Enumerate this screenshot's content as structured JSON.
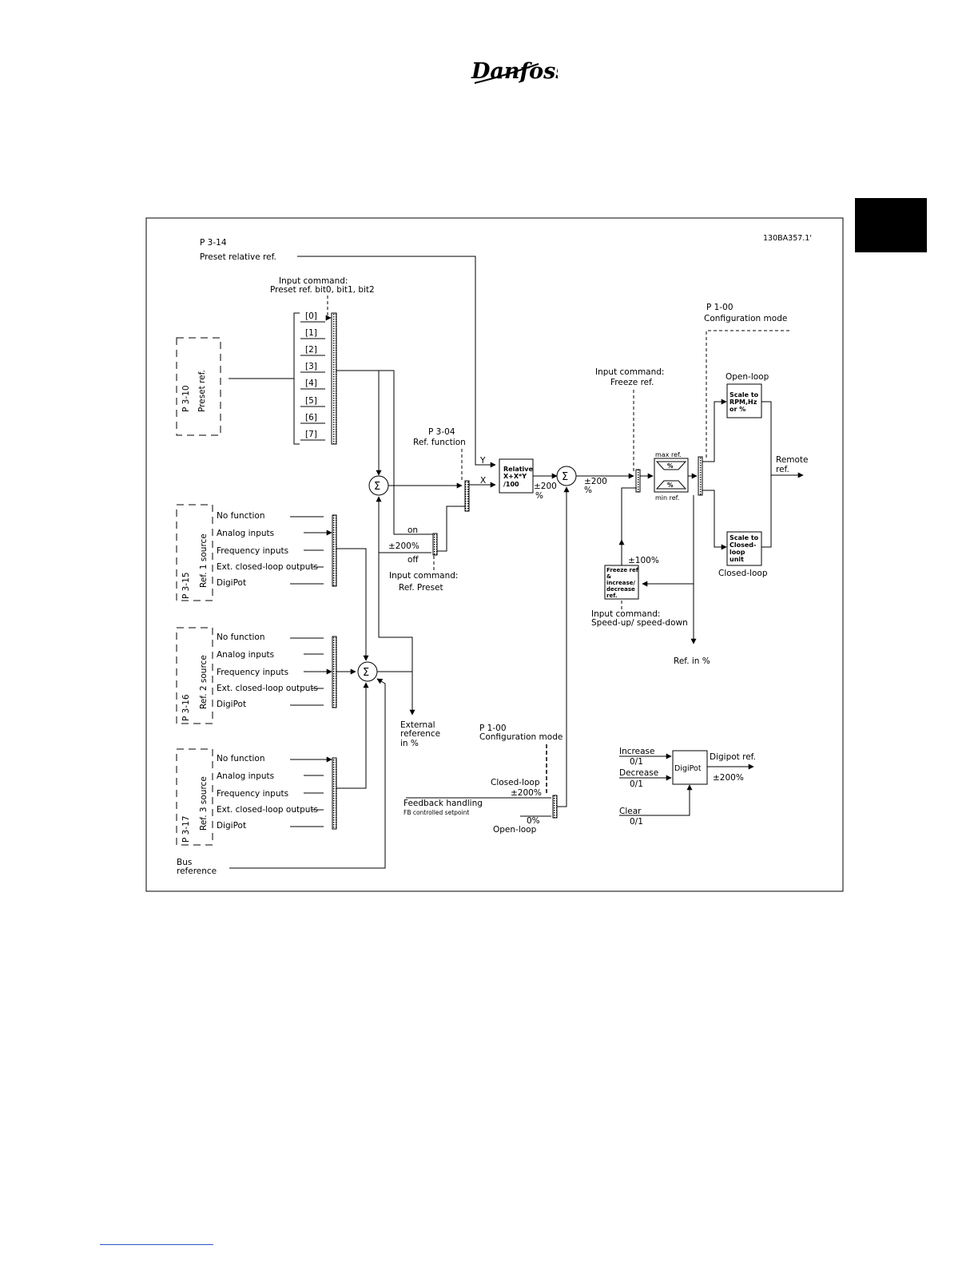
{
  "brand": "Danfoss",
  "figure_id": "130BA357.1'",
  "preset_relative": {
    "param": "P 3-14",
    "label": "Preset relative ref."
  },
  "input_cmd_preset": {
    "line1": "Input command:",
    "line2": "Preset ref. bit0, bit1, bit2"
  },
  "preset_ref_bank": {
    "param": "P 3-10",
    "label": "Preset ref."
  },
  "preset_bits": [
    "[0]",
    "[1]",
    "[2]",
    "[3]",
    "[4]",
    "[5]",
    "[6]",
    "[7]"
  ],
  "ref_sources": [
    {
      "param": "P 3-15",
      "label": "Ref. 1 source"
    },
    {
      "param": "P 3-16",
      "label": "Ref. 2 source"
    },
    {
      "param": "P 3-17",
      "label": "Ref. 3 source"
    }
  ],
  "source_options": [
    "No function",
    "Analog inputs",
    "Frequency inputs",
    "Ext. closed-loop outputs",
    "DigiPot"
  ],
  "bus_reference": {
    "line1": "Bus",
    "line2": "reference"
  },
  "ref_function": {
    "param": "P 3-04",
    "label": "Ref. function"
  },
  "axis_y": "Y",
  "axis_x": "X",
  "relative_block": {
    "line1": "Relative",
    "line2": "X+X*Y",
    "line3": "/100"
  },
  "pm200_pct_a": {
    "val": "±200",
    "unit": "%"
  },
  "pm200_pct_b": {
    "val": "±200",
    "unit": "%"
  },
  "preset_switch": {
    "on": "on",
    "off": "off",
    "level": "±200%"
  },
  "input_cmd_ref_preset": {
    "line1": "Input command:",
    "line2": "Ref. Preset"
  },
  "external_reference": {
    "line1": "External",
    "line2": "reference",
    "line3": "in %"
  },
  "input_cmd_freeze": {
    "line1": "Input command:",
    "line2": "Freeze ref."
  },
  "limiter": {
    "max": "max ref.",
    "min": "min ref.",
    "symbol": "%"
  },
  "config_mode_top": {
    "param": "P 1-00",
    "label": "Configuration mode"
  },
  "open_loop_top": "Open-loop",
  "scale_rpm": {
    "line1": "Scale  to",
    "line2": "RPM,Hz",
    "line3": "or  %"
  },
  "scale_closed": {
    "line1": "Scale  to",
    "line2": "Closed-",
    "line3": "loop",
    "line4": "unit"
  },
  "closed_loop_label": "Closed-loop",
  "remote_ref": {
    "line1": "Remote",
    "line2": "ref."
  },
  "freeze_pm100": "±100%",
  "freeze_block": {
    "line1": "Freeze ref",
    "line2": "&",
    "line3": "increase/",
    "line4": "decrease",
    "line5": "ref."
  },
  "input_cmd_speed": {
    "line1": "Input command:",
    "line2": "Speed-up/ speed-down"
  },
  "ref_in_pct": "Ref. in %",
  "config_mode_bottom": {
    "param": "P 1-00",
    "label": "Configuration mode"
  },
  "feedback": {
    "closed_loop": "Closed-loop",
    "closed_value": "±200%",
    "title": "Feedback handling",
    "subtitle": "FB controlled setpoint",
    "open_value": "0%",
    "open_loop": "Open-loop"
  },
  "digipot": {
    "block": "DigiPot",
    "increase": "Increase",
    "decrease": "Decrease",
    "clear": "Clear",
    "state": "0/1",
    "output": "Digipot ref.",
    "output_value": "±200%"
  },
  "sigma_symbol": "Σ"
}
